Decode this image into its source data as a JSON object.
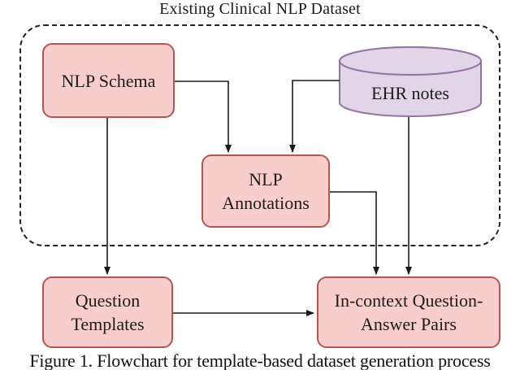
{
  "figure": {
    "title": "Existing Clinical NLP Dataset",
    "caption": "Figure 1. Flowchart for template-based dataset generation process"
  },
  "nodes": {
    "nlp_schema": {
      "label": "NLP Schema",
      "shape": "rounded-rect"
    },
    "ehr_notes": {
      "label": "EHR notes",
      "shape": "cylinder"
    },
    "nlp_annotations": {
      "label": "NLP\nAnnotations",
      "shape": "rounded-rect"
    },
    "question_templates": {
      "label": "Question\nTemplates",
      "shape": "rounded-rect"
    },
    "in_context_qa": {
      "label": "In-context Question-\nAnswer Pairs",
      "shape": "rounded-rect"
    }
  },
  "edges": [
    {
      "from": "NLP Schema",
      "to": "NLP Annotations"
    },
    {
      "from": "EHR notes",
      "to": "NLP Annotations"
    },
    {
      "from": "NLP Schema",
      "to": "Question Templates"
    },
    {
      "from": "NLP Annotations",
      "to": "In-context Question-Answer Pairs"
    },
    {
      "from": "EHR notes",
      "to": "In-context Question-Answer Pairs"
    },
    {
      "from": "Question Templates",
      "to": "In-context Question-Answer Pairs"
    }
  ],
  "colors": {
    "node_fill": "#f8cecc",
    "node_stroke": "#b85450",
    "cylinder_fill": "#e1d5e7",
    "cylinder_stroke": "#9673a6",
    "edge_line": "#1a1a1a",
    "dashed_border": "#222222",
    "text": "#1c1c1c"
  }
}
